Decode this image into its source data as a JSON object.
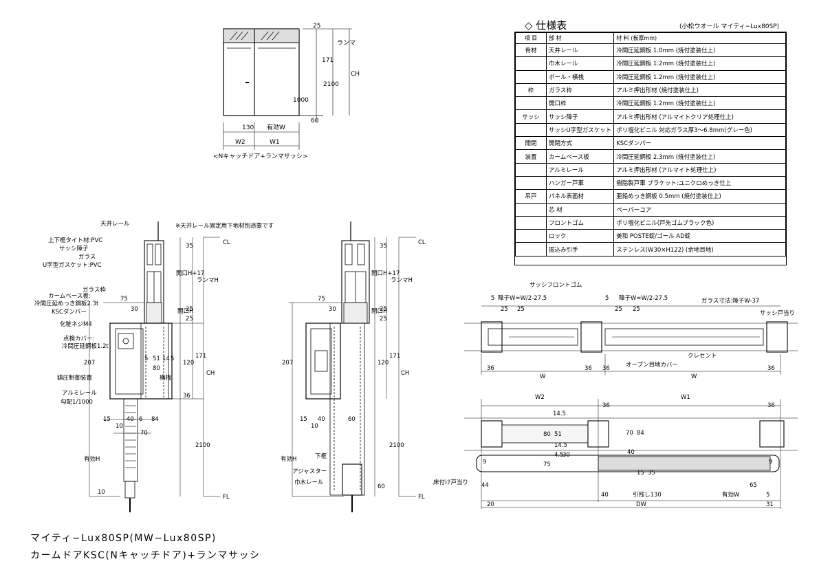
{
  "spec": {
    "title": "◇ 仕様表",
    "subtitle": "(小松ウオール マイティ−Lux80SP)",
    "header": [
      "項 目",
      "部 材",
      "材 料 (板厚mm)"
    ],
    "rows": [
      {
        "group": "骨材",
        "part": "天井レール",
        "material": "冷間圧延鋼板 1.0mm (焼付塗装仕上)"
      },
      {
        "group": "",
        "part": "巾木レール",
        "material": "冷間圧延鋼板 1.2mm (焼付塗装仕上)"
      },
      {
        "group": "",
        "part": "ポール・横桟",
        "material": "冷間圧延鋼板 1.2mm (焼付塗装仕上)"
      },
      {
        "group": "枠",
        "part": "ガラス枠",
        "material": "アルミ押出形材 (焼付塗装仕上)"
      },
      {
        "group": "",
        "part": "開口枠",
        "material": "冷間圧延鋼板 1.2mm (焼付塗装仕上)"
      },
      {
        "group": "サッシ",
        "part": "サッシ障子",
        "material": "アルミ押出形材 (アルマイトクリア処理仕上)"
      },
      {
        "group": "",
        "part": "サッシU字型ガスケット",
        "material": "ポリ塩化ビニル 対応ガラス厚3〜6.8mm(グレー色)"
      },
      {
        "group": "開閉",
        "part": "開閉方式",
        "material": "KSCダンパー"
      },
      {
        "group": "装置",
        "part": "カームベース板",
        "material": "冷間圧延鋼板 2.3mm (焼付塗装仕上)"
      },
      {
        "group": "",
        "part": "アルミレール",
        "material": "アルミ押出形材 (アルマイト処理仕上)"
      },
      {
        "group": "",
        "part": "ハンガー戸車",
        "material": "樹脂製戸車 ブラケット:ユニクロめっき仕上"
      },
      {
        "group": "吊戸",
        "part": "パネル表面材",
        "material": "亜鉛めっき鋼板 0.5mm (焼付塗装仕上)"
      },
      {
        "group": "",
        "part": "芯 材",
        "material": "ペーパーコア"
      },
      {
        "group": "",
        "part": "フロントゴム",
        "material": "ポリ塩化ビニル(戸先ゴムブラック色)"
      },
      {
        "group": "",
        "part": "ロック",
        "material": "美和 POSTE錠/ゴール AD錠"
      },
      {
        "group": "",
        "part": "掘込み引手",
        "material": "ステンレス(W30×H122) (余地目地)"
      }
    ]
  },
  "elevation": {
    "caption": "<Nキャッチドア+ランマサッシ>",
    "dims": [
      "25",
      "171",
      "2100",
      "1000",
      "60",
      "130",
      "有効W",
      "W2",
      "W1",
      "ランマ",
      "CH"
    ]
  },
  "section_left": {
    "labels": [
      "天井レール",
      "上下框タイト材:PVC",
      "サッシ障子",
      "ガラス",
      "U字型ガスケット:PVC",
      "ガラス枠",
      "カームベース板:",
      "冷間圧延めっき鋼板2.3t",
      "KSCダンパー",
      "化粧ネジM4",
      "点検カバー:",
      "冷間圧延鋼板1.2t",
      "鎮圧制御装置",
      "アルミレール",
      "勾配1/1000"
    ],
    "dims": [
      "75",
      "30",
      "35",
      "25",
      "25",
      "5",
      "51",
      "14",
      "5",
      "80",
      "120",
      "36",
      "207",
      "171",
      "2100",
      "15",
      "40",
      "6",
      "84",
      "10",
      "70",
      "10",
      "CL",
      "FL",
      "CH",
      "ランマH",
      "開口H+17",
      "開口H",
      "横桟",
      "有効H"
    ],
    "note": "※天井レール固定用下地材別途要です"
  },
  "section_right": {
    "labels": [
      "下框",
      "アジャスター",
      "巾木レール"
    ],
    "dims": [
      "75",
      "30",
      "35",
      "25",
      "25",
      "120",
      "207",
      "171",
      "2100",
      "15",
      "40",
      "10",
      "60",
      "60",
      "CL",
      "FL",
      "CH",
      "ランマH",
      "開口H+17",
      "開口H",
      "有効H"
    ]
  },
  "plan_top": {
    "labels": [
      "サッシフロントゴム",
      "障子W=W/2-27.5",
      "障子W=W/2-27.5",
      "ガラス寸法:障子W-37",
      "サッシ戸当り",
      "オープン目地カバー",
      "クレセント"
    ],
    "dims": [
      "5",
      "25",
      "25",
      "5",
      "25",
      "25",
      "36",
      "36",
      "36",
      "36",
      "W",
      "W"
    ]
  },
  "plan_bottom": {
    "labels": [
      "床付け戸当り"
    ],
    "dims": [
      "W2",
      "W1",
      "36",
      "36",
      "14.5",
      "80",
      "51",
      "14.5",
      "4.5",
      "30",
      "75",
      "9",
      "40",
      "70",
      "84",
      "15",
      "35",
      "9",
      "44",
      "40",
      "引残し130",
      "有効W",
      "65",
      "5",
      "20",
      "DW",
      "31"
    ]
  },
  "caption": {
    "line1": "マイティ−Lux80SP(MW−Lux80SP)",
    "line2": "カームドアKSC(Nキャッチドア)+ランマサッシ"
  }
}
